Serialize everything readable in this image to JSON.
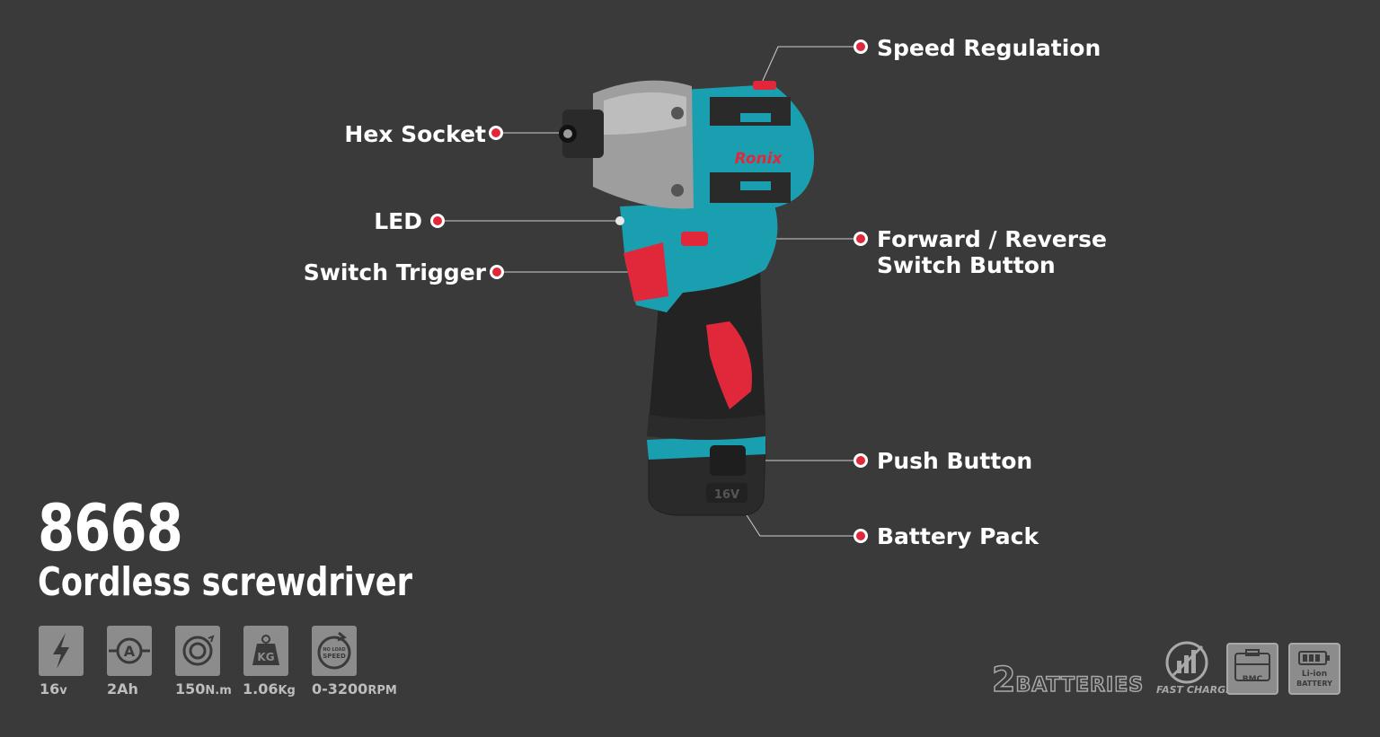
{
  "product": {
    "model": "8668",
    "name": "Cordless screwdriver",
    "brand_logo": "Ronix"
  },
  "callouts": [
    {
      "id": "speed",
      "label": "Speed Regulation"
    },
    {
      "id": "hex",
      "label": "Hex Socket"
    },
    {
      "id": "led",
      "label": "LED"
    },
    {
      "id": "trigger",
      "label": "Switch Trigger"
    },
    {
      "id": "fr",
      "label_line1": "Forward / Reverse",
      "label_line2": "Switch Button"
    },
    {
      "id": "push",
      "label": "Push Button"
    },
    {
      "id": "battery",
      "label": "Battery Pack"
    }
  ],
  "specs": [
    {
      "icon": "voltage-bolt-icon",
      "value": "16",
      "unit": "v"
    },
    {
      "icon": "ampere-hour-icon",
      "value": "2",
      "unit": "Ah",
      "icon_text": "A"
    },
    {
      "icon": "torque-icon",
      "value": "150",
      "unit": "N.m"
    },
    {
      "icon": "weight-kg-icon",
      "value": "1.06",
      "unit": "Kg",
      "icon_text": "KG"
    },
    {
      "icon": "no-load-speed-icon",
      "value": "0-3200",
      "unit": "RPM",
      "icon_text_line1": "NO LOAD",
      "icon_text_line2": "SPEED"
    }
  ],
  "badges": {
    "batteries_count": "2",
    "batteries_word": "BATTERIES",
    "fast_charger": "FAST CHARGER",
    "bmc": "BMC",
    "li_ion_line1": "Li-ion",
    "li_ion_line2": "BATTERY",
    "battery_marking": "16V"
  },
  "colors": {
    "background": "#3a3a3a",
    "accent_teal": "#1a9fb0",
    "accent_red": "#e0283a",
    "callout_dot": "#e0283a",
    "badge_grey": "#8c8c8c"
  }
}
